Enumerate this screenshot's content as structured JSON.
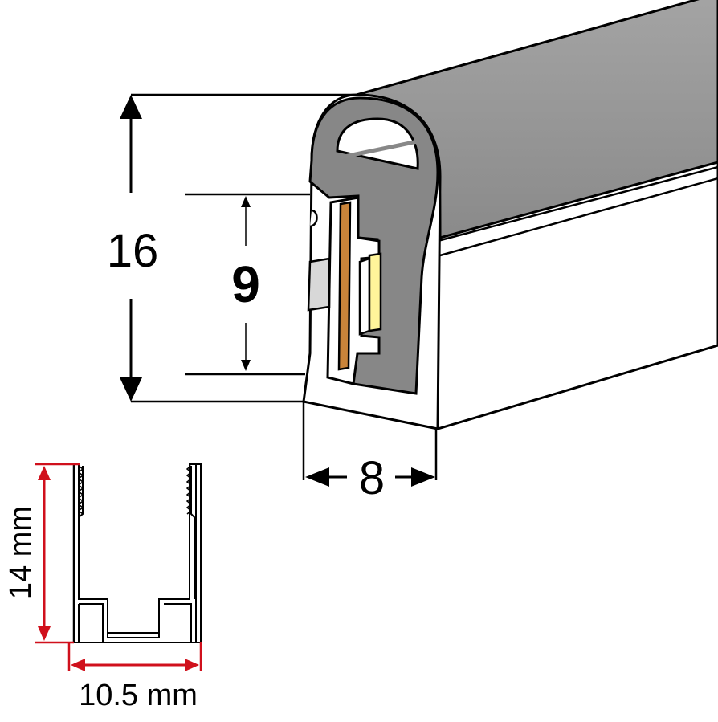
{
  "profile": {
    "height_label": "16",
    "diffuser_height_label": "9",
    "width_label": "8"
  },
  "channel": {
    "height_label": "14 mm",
    "width_label": "10.5 mm"
  },
  "colors": {
    "tube_fill": "#8e8e8e",
    "tube_top": "#9a9a9a",
    "cross_section": "#858585",
    "base_face": "#ffffff",
    "copper_strip": "#c9843a",
    "led_chip": "#fff59a",
    "dimension_line": "#000000",
    "channel_dimension": "#d0101c"
  }
}
